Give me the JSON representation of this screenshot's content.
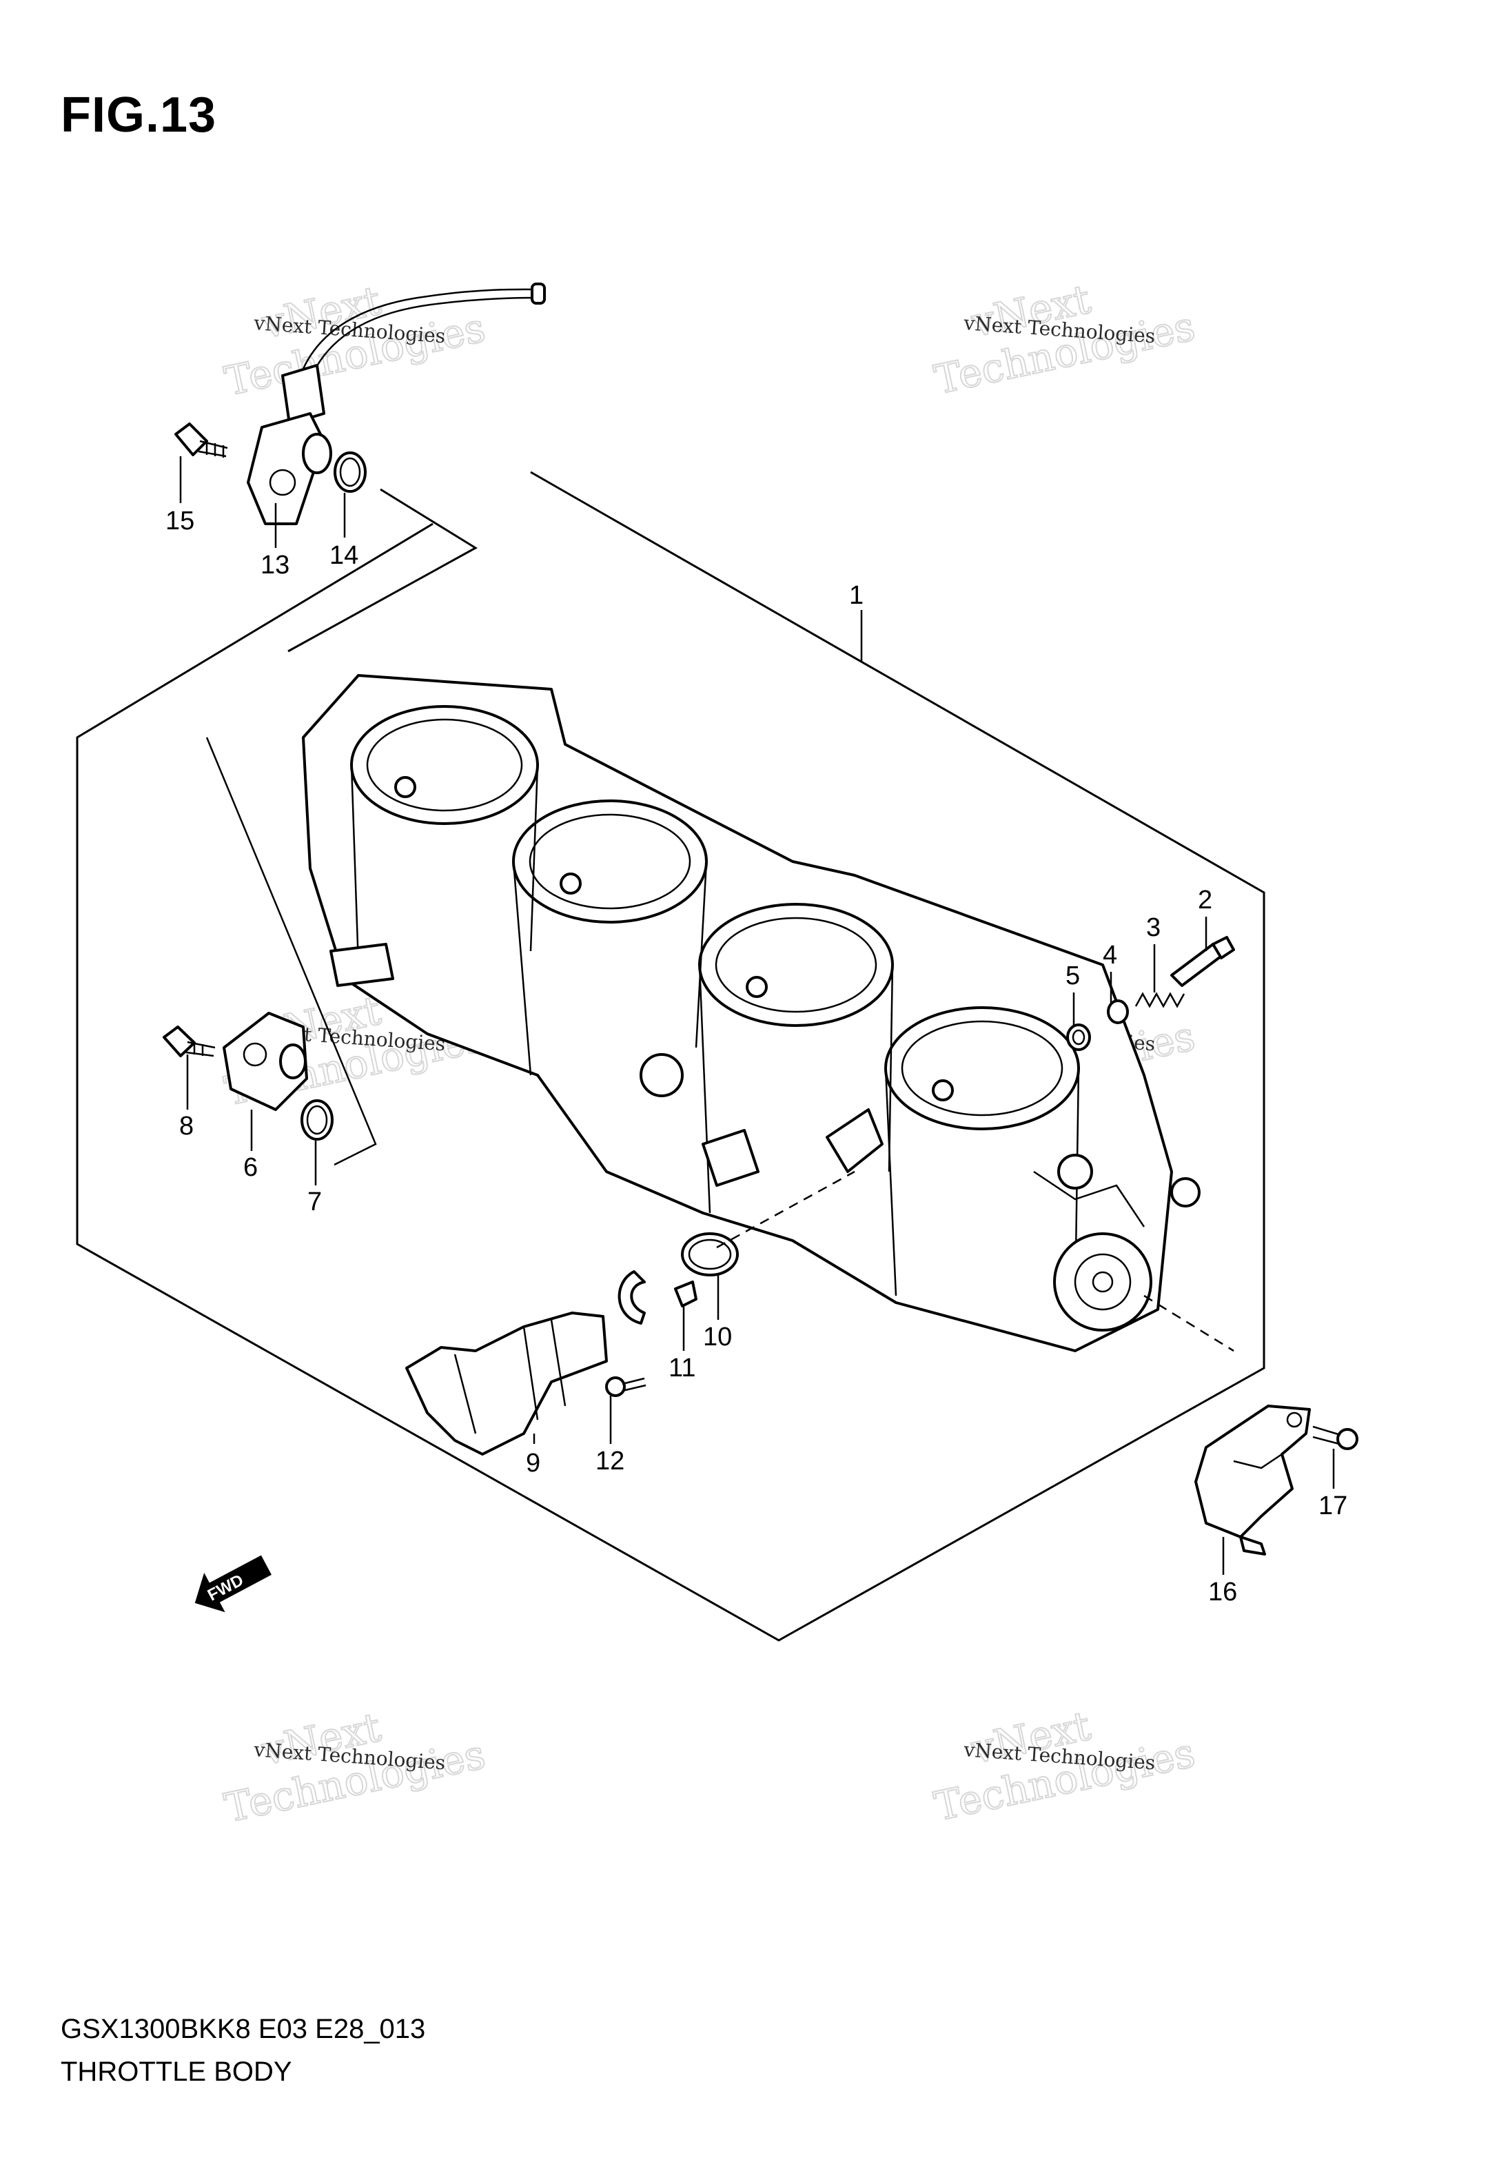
{
  "figure": {
    "title": "FIG.13",
    "model_code": "GSX1300BKK8 E03 E28_013",
    "assembly_name": "THROTTLE BODY"
  },
  "fwd_label": "FWD",
  "watermark": {
    "text_line1": "vNext Technologies",
    "big_line1": "vNext",
    "big_line2": "Technologies"
  },
  "callouts": [
    {
      "id": "1",
      "label": "1"
    },
    {
      "id": "2",
      "label": "2"
    },
    {
      "id": "3",
      "label": "3"
    },
    {
      "id": "4",
      "label": "4"
    },
    {
      "id": "5",
      "label": "5"
    },
    {
      "id": "6",
      "label": "6"
    },
    {
      "id": "7",
      "label": "7"
    },
    {
      "id": "8",
      "label": "8"
    },
    {
      "id": "9",
      "label": "9"
    },
    {
      "id": "10",
      "label": "10"
    },
    {
      "id": "11",
      "label": "11"
    },
    {
      "id": "12",
      "label": "12"
    },
    {
      "id": "13",
      "label": "13"
    },
    {
      "id": "14",
      "label": "14"
    },
    {
      "id": "15",
      "label": "15"
    },
    {
      "id": "16",
      "label": "16"
    },
    {
      "id": "17",
      "label": "17"
    }
  ]
}
